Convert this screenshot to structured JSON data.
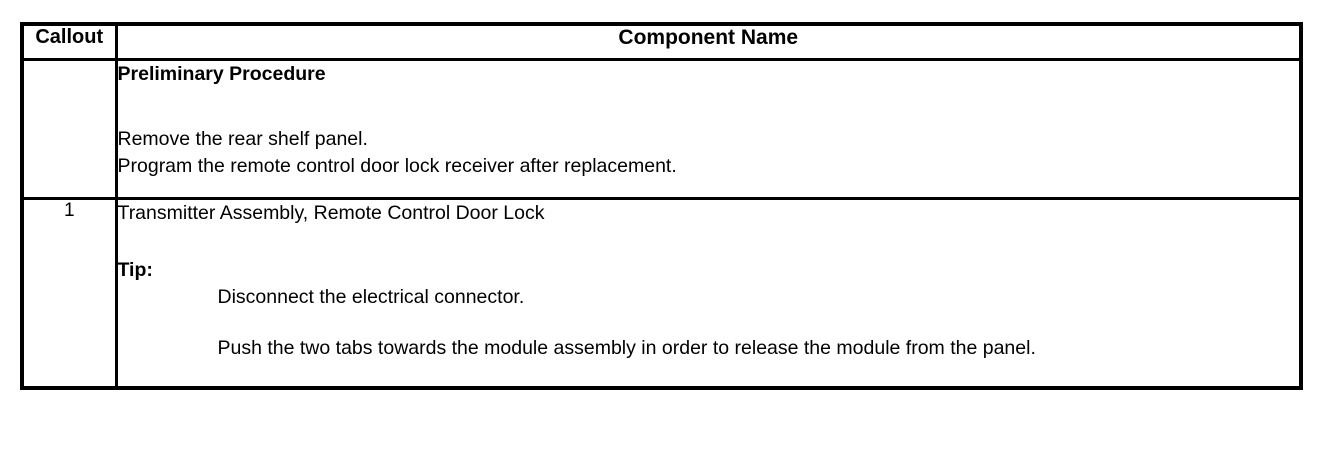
{
  "table": {
    "headers": {
      "callout": "Callout",
      "component_name": "Component Name"
    },
    "rows": [
      {
        "callout": "",
        "heading": "Preliminary Procedure",
        "lines": [
          "Remove the rear shelf panel.",
          "Program the remote control door lock receiver after replacement."
        ]
      },
      {
        "callout": "1",
        "title": "Transmitter Assembly, Remote Control Door Lock",
        "tip_label": "Tip:",
        "tip_lines": [
          "Disconnect the electrical connector.",
          "Push the two tabs towards the module assembly in order to release the module from the panel."
        ]
      }
    ]
  },
  "colors": {
    "border": "#000000",
    "text": "#000000",
    "background": "#ffffff"
  }
}
